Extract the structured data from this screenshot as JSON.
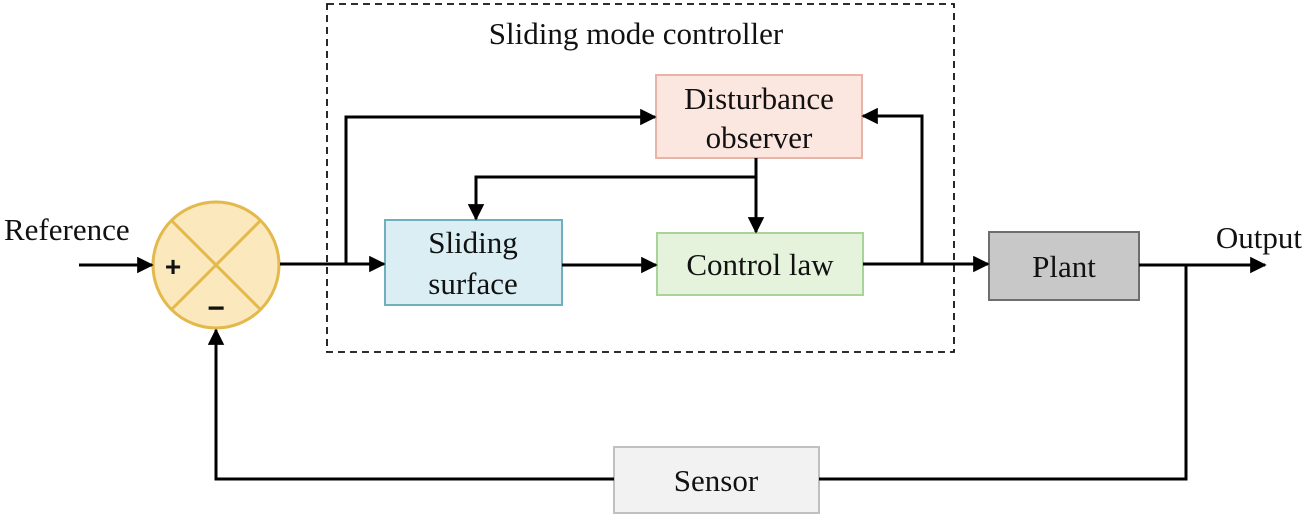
{
  "controller": {
    "title": "Sliding mode controller"
  },
  "blocks": {
    "disturbance_observer": {
      "line1": "Disturbance",
      "line2": "observer",
      "fill": "#fce7e0",
      "stroke": "#e8b4a8"
    },
    "sliding_surface": {
      "line1": "Sliding",
      "line2": "surface",
      "fill": "#dbeef3",
      "stroke": "#6fb0bc"
    },
    "control_law": {
      "label": "Control law",
      "fill": "#e5f2dc",
      "stroke": "#a9d39a"
    },
    "plant": {
      "label": "Plant",
      "fill": "#c8c8c8",
      "stroke": "#6e6e6e"
    },
    "sensor": {
      "label": "Sensor",
      "fill": "#f2f2f2",
      "stroke": "#c0c0c0"
    }
  },
  "summing_junction": {
    "plus": "+",
    "minus": "−",
    "fill": "#fbe8bd",
    "stroke": "#e3b94c"
  },
  "signals": {
    "input": "Reference",
    "output": "Output"
  }
}
